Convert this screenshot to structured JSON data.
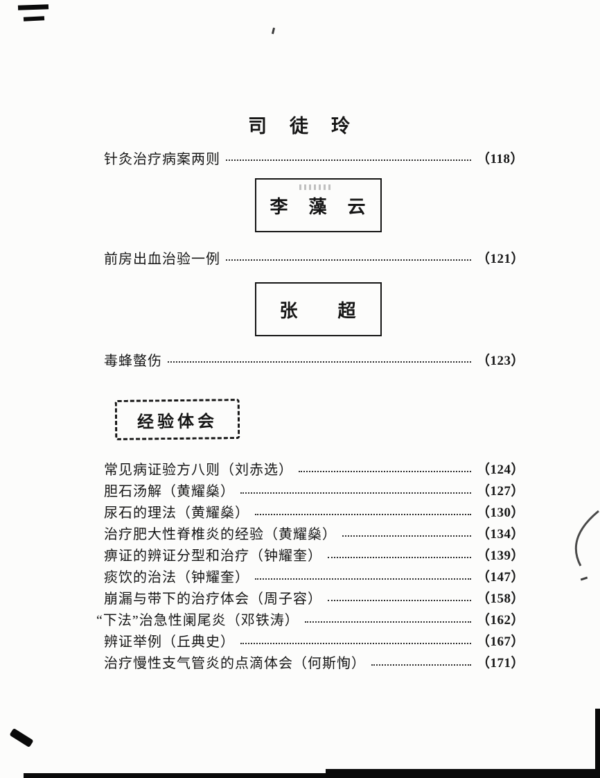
{
  "colors": {
    "ink": "#161616",
    "paper": "#fcfcfb"
  },
  "headings": {
    "situ_ling": "司　徒　玲",
    "li_zao_yun": "李　藻　云",
    "zhang_chao": "张　　超",
    "experience_badge": "经验体会"
  },
  "entries_top": [
    {
      "title": "针灸治疗病案两则",
      "page": "（118）"
    },
    {
      "title": "前房出血治验一例",
      "page": "（121）"
    },
    {
      "title": "毒蜂螫伤",
      "page": "（123）"
    }
  ],
  "entries_experience": [
    {
      "title": "常见病证验方八则（刘赤选）",
      "page": "（124）"
    },
    {
      "title": "胆石汤解（黄耀燊）",
      "page": "（127）"
    },
    {
      "title": "尿石的理法（黄耀燊）",
      "page": "（130）"
    },
    {
      "title": "治疗肥大性脊椎炎的经验（黄耀燊）",
      "page": "（134）"
    },
    {
      "title": "痹证的辨证分型和治疗（钟耀奎）",
      "page": "（139）"
    },
    {
      "title": "痰饮的治法（钟耀奎）",
      "page": "（147）"
    },
    {
      "title": "崩漏与带下的治疗体会（周子容）",
      "page": "（158）"
    },
    {
      "title": "“下法”治急性阑尾炎（邓铁涛）",
      "page": "（162）"
    },
    {
      "title": "辨证举例（丘典史）",
      "page": "（167）"
    },
    {
      "title": "治疗慢性支气管炎的点滴体会（何斯恂）",
      "page": "（171）"
    }
  ]
}
